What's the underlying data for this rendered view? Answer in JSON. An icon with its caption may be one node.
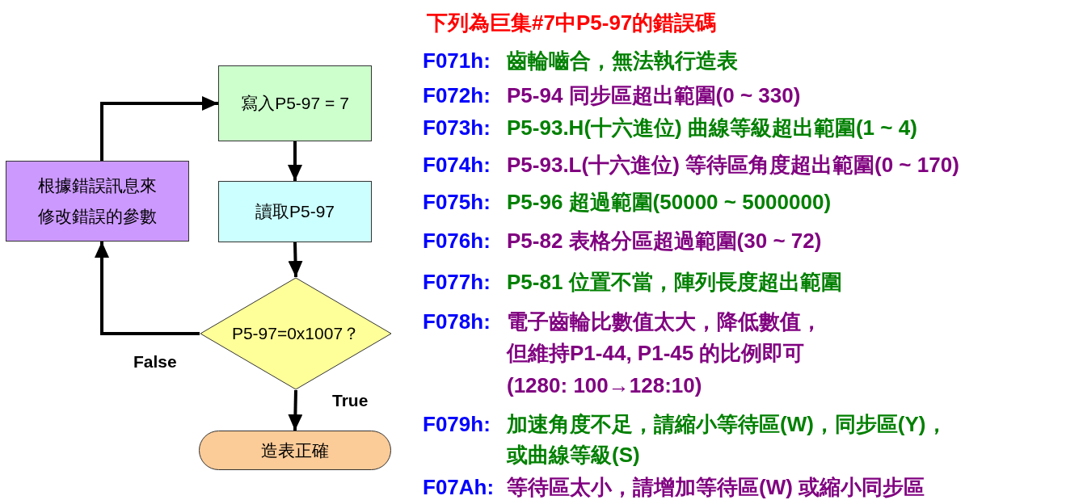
{
  "diagram": {
    "title": "下列為巨集#7中P5-97的錯誤碼",
    "nodes": [
      {
        "text": [
          "寫入P5-97 = 7"
        ]
      },
      {
        "text": [
          "讀取P5-97"
        ]
      },
      {
        "text": [
          "P5-97=0x1007？"
        ]
      },
      {
        "text": [
          "造表正確"
        ]
      },
      {
        "text": [
          "根據錯誤訊息來修改錯誤的參數"
        ]
      }
    ],
    "edges": [
      {
        "from": 0,
        "to": 1,
        "arrow": "to"
      },
      {
        "from": 1,
        "to": 2,
        "arrow": "to"
      },
      {
        "from": 2,
        "to": 3,
        "arrow": "to",
        "label": "True"
      },
      {
        "from": 2,
        "to": 4,
        "arrow": "to",
        "label": "False"
      },
      {
        "from": 4,
        "to": 0,
        "arrow": "to"
      }
    ],
    "labels": [
      "F071h:",
      "齒輪嚙合，無法執行造表",
      "F072h:",
      "P5-94 同步區超出範圍(0 ~ 330)",
      "F073h:",
      "P5-93.H(十六進位) 曲線等級超出範圍(1 ~ 4)",
      "F074h:",
      "P5-93.L(十六進位) 等待區角度超出範圍(0 ~ 170)",
      "F075h:",
      "P5-96 超過範圍(50000 ~ 5000000)",
      "F076h:",
      "P5-82 表格分區超過範圍(30 ~ 72)",
      "F077h:",
      "P5-81 位置不當，陣列長度超出範圍",
      "F078h:",
      "電子齒輪比數值太大，降低數值，",
      "但維持P1-44, P1-45 的比例即可",
      "(1280: 100→128:10)",
      "F079h:",
      "加速角度不足，請縮小等待區(W)，同步區(Y)，",
      "或曲線等級(S)",
      "F07Ah:",
      "等待區太小，請增加等待區(W) 或縮小同步區"
    ]
  }
}
